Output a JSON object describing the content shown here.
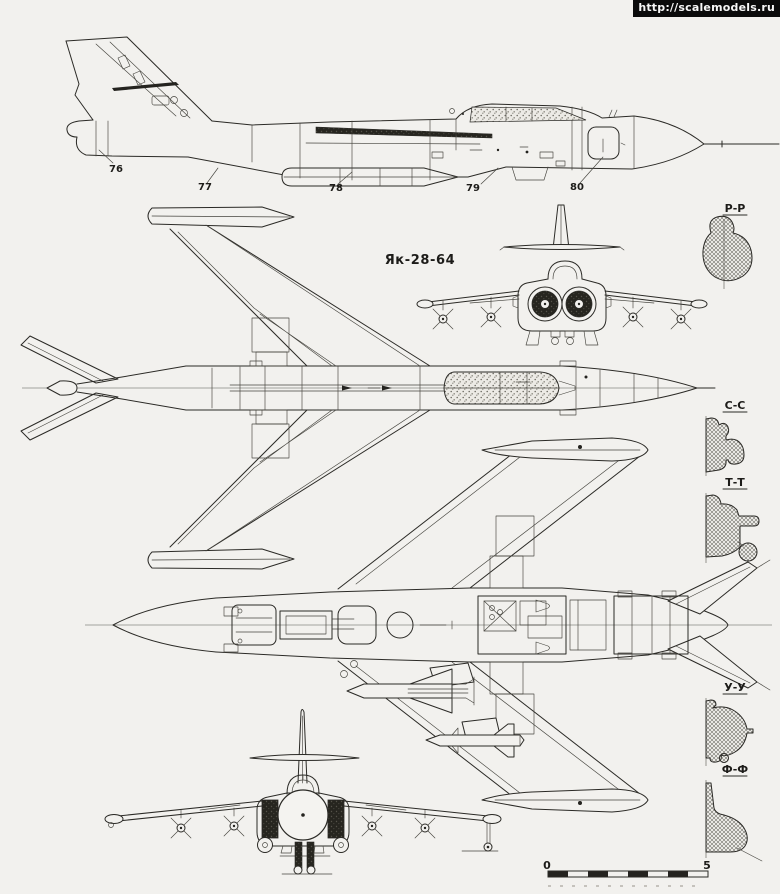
{
  "watermark": {
    "url": "http://scalemodels.ru"
  },
  "drawing": {
    "title": "Як-28-64",
    "part_labels": {
      "p76": "76",
      "p77": "77",
      "p78": "78",
      "p79": "79",
      "p80": "80"
    },
    "sections": {
      "pp": "Р-Р",
      "cc": "С-С",
      "tt": "Т-Т",
      "uu": "У-У",
      "ff": "Ф-Ф"
    },
    "scale_bar": {
      "start": "0",
      "end": "5"
    }
  },
  "colors": {
    "paper": "#f2f1ee",
    "ink": "#2b2a26",
    "watermark_bg": "#0b0b0b",
    "watermark_fg": "#f7f7f7"
  }
}
